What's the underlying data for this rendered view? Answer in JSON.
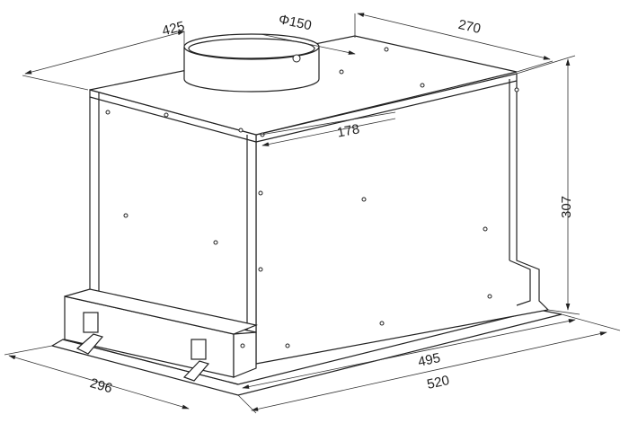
{
  "title": "Built-in cooker hood dimension drawing",
  "dimensions": {
    "width_top": "425",
    "duct_diameter": "Φ150",
    "depth_top": "270",
    "duct_offset": "178",
    "height": "307",
    "base_length": "495",
    "overall_length": "520",
    "base_depth": "296"
  }
}
